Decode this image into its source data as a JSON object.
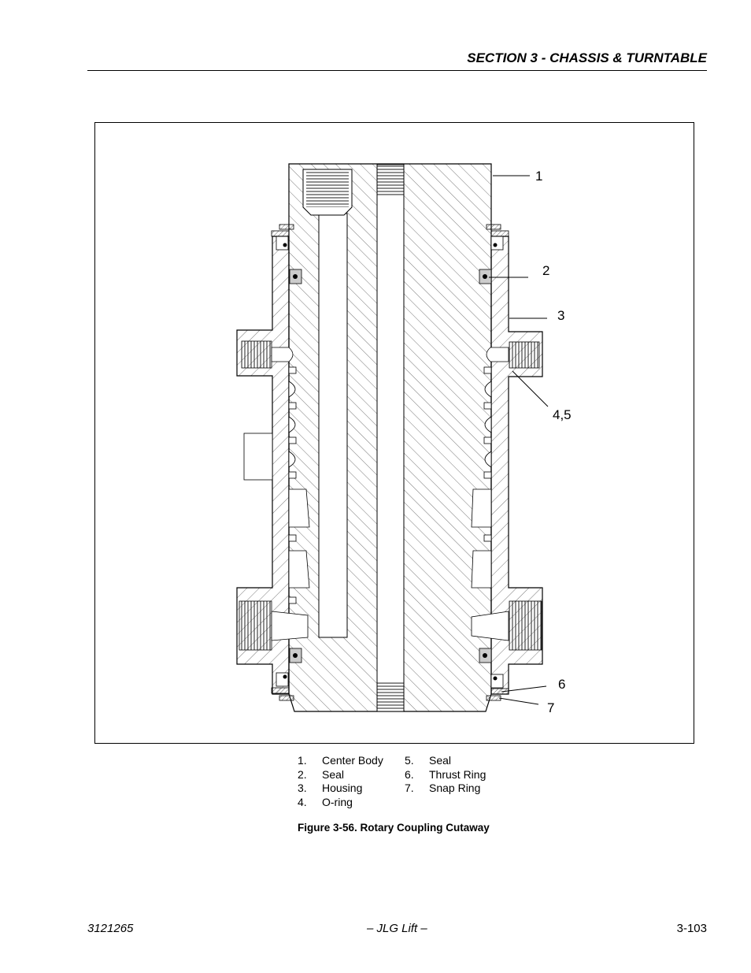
{
  "header": {
    "section_title": "SECTION 3 - CHASSIS & TURNTABLE"
  },
  "figure": {
    "callouts": [
      "1",
      "2",
      "3",
      "4,5",
      "6",
      "7"
    ],
    "legend_left": [
      {
        "num": "1.",
        "label": "Center Body"
      },
      {
        "num": "2.",
        "label": "Seal"
      },
      {
        "num": "3.",
        "label": "Housing"
      },
      {
        "num": "4.",
        "label": "O-ring"
      }
    ],
    "legend_right": [
      {
        "num": "5.",
        "label": "Seal"
      },
      {
        "num": "6.",
        "label": "Thrust Ring"
      },
      {
        "num": "7.",
        "label": "Snap Ring"
      }
    ],
    "caption": "Figure 3-56.  Rotary Coupling Cutaway"
  },
  "footer": {
    "doc_number": "3121265",
    "center": "– JLG Lift –",
    "page": "3-103"
  }
}
